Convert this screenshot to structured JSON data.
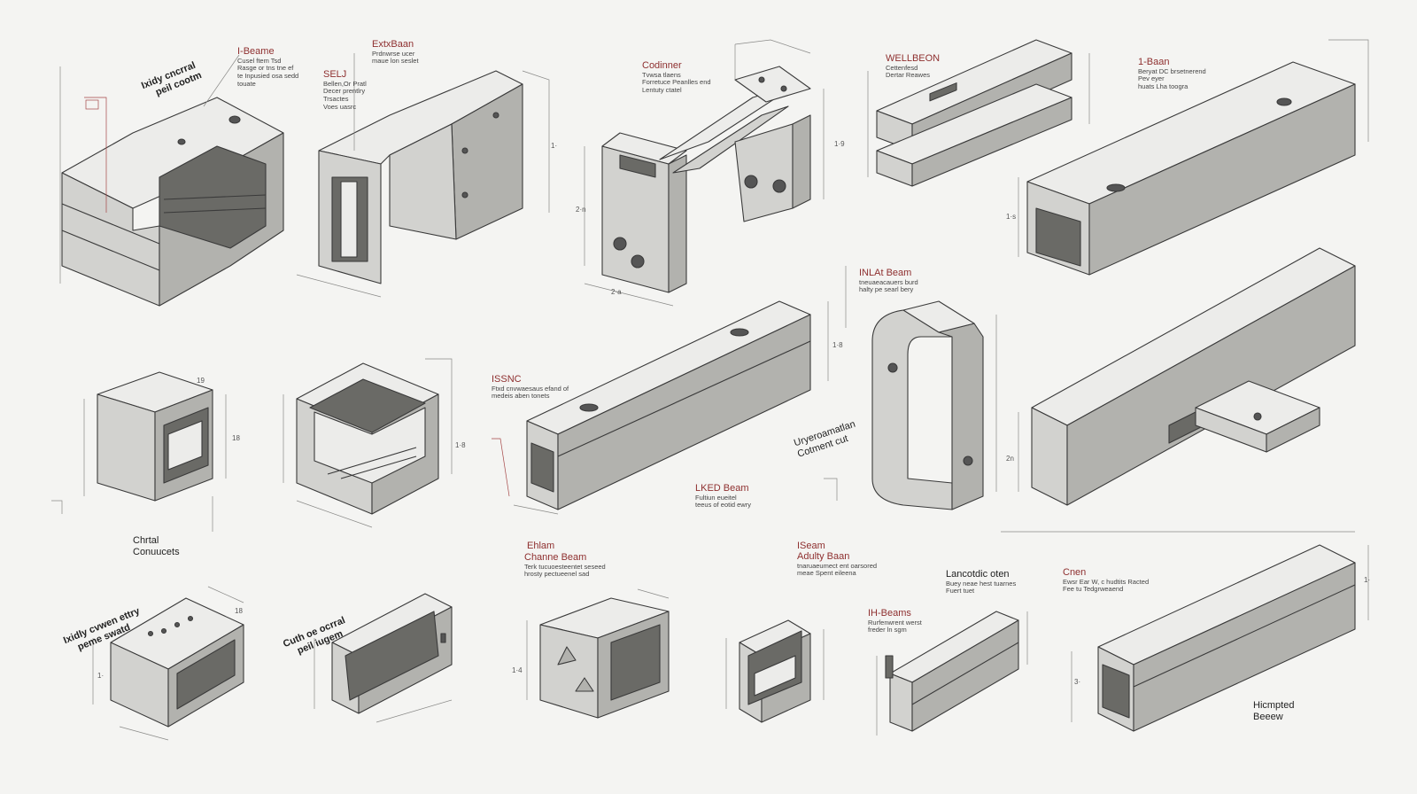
{
  "accent_color": "#8e2f2f",
  "text_color": "#2a2a2a",
  "labels": [
    {
      "id": "ibeame",
      "title": "I-Beame",
      "lines": [
        "Cusel ftem Tsd",
        "Rasge or tns tne ef",
        "te Inpusied osa sedd",
        "touate"
      ]
    },
    {
      "id": "extbeam",
      "title": "ExtxBaan",
      "lines": [
        "Prdnwrse ucer",
        "maue lon seslet"
      ]
    },
    {
      "id": "selj",
      "title": "SELJ",
      "lines": [
        "Bellen,Or Pratl",
        "Decer prentlry",
        "Trsactes",
        "Voes uasrc"
      ]
    },
    {
      "id": "codinner",
      "title": "Codinner",
      "lines": [
        "Tvwsa tlaens",
        "Forretuce Peanlles end",
        "Lentuty ctatel"
      ]
    },
    {
      "id": "wellbeon",
      "title": "WELLBEON",
      "lines": [
        "Cettenfesd",
        "Dertar Reawes"
      ]
    },
    {
      "id": "ibean",
      "title": "1-Baan",
      "lines": [
        "Beryat DC brsetnerend",
        "Pev eyer",
        "huats Lha toogra"
      ]
    },
    {
      "id": "hllat",
      "title": "INLAt Beam",
      "lines": [
        "tneuaeacauers burd",
        "halty pe searl bery"
      ]
    },
    {
      "id": "issnc",
      "title": "ISSNC",
      "lines": [
        "Ftxd cnvwaesaus efand of",
        "medeis aben tonets"
      ]
    },
    {
      "id": "lked",
      "title": "LKED Beam",
      "lines": [
        "Fultiun eueitel",
        "teeus of eotid ewry"
      ]
    },
    {
      "id": "ehlam",
      "title": "Ehlam",
      "lines": []
    },
    {
      "id": "channe",
      "title": "Channe Beam",
      "lines": [
        "Terk tucuoesteentet seseed",
        "hrosty pectueenel sad"
      ]
    },
    {
      "id": "isbeam",
      "title": "ISeam",
      "lines": []
    },
    {
      "id": "adulty",
      "title": "Adulty Baan",
      "lines": [
        "tnaruaeumect ent oarsored",
        "meae Spent eileena"
      ]
    },
    {
      "id": "lancot",
      "title": "Lancotdic oten",
      "lines": [
        "Buey neae hest tuarnes",
        "Fuert tuet"
      ]
    },
    {
      "id": "cnen",
      "title": "Cnen",
      "lines": [
        "Ewsr Ear W, c hudtits Racted",
        "Fee tu Tedgrweaend"
      ]
    },
    {
      "id": "ihbeams",
      "title": "IH-Beams",
      "lines": [
        "Rurfenwrent werst",
        "freder ln sgm"
      ]
    },
    {
      "id": "chrtal",
      "title": "Chrtal",
      "lines": [
        "Conuucets"
      ]
    },
    {
      "id": "hicmpted",
      "title": "Hicmpted",
      "lines": [
        "Beeew"
      ]
    }
  ],
  "rotated_notes": [
    {
      "id": "note-tl",
      "lines": [
        "Ixidy cncrral",
        "peil cootm"
      ]
    },
    {
      "id": "note-bl",
      "lines": [
        "Ixidly cvwen ettry",
        "peme swatd"
      ]
    },
    {
      "id": "note-cb",
      "lines": [
        "Cuth oe ocrral",
        "peil iugem"
      ]
    },
    {
      "id": "note-cr",
      "lines": [
        "Uryeroamatlan",
        "Cotment cut"
      ]
    }
  ],
  "dimensions": [
    {
      "id": "d1",
      "text": "1·"
    },
    {
      "id": "d2",
      "text": "1·9"
    },
    {
      "id": "d3",
      "text": "2·n"
    },
    {
      "id": "d4",
      "text": "2·a"
    },
    {
      "id": "d5",
      "text": "1·s"
    },
    {
      "id": "d6",
      "text": "1·8"
    },
    {
      "id": "d7",
      "text": "19"
    },
    {
      "id": "d8",
      "text": "18"
    },
    {
      "id": "d9",
      "text": "2n"
    },
    {
      "id": "d10",
      "text": "1·8"
    },
    {
      "id": "d11",
      "text": "18"
    },
    {
      "id": "d12",
      "text": "1·"
    },
    {
      "id": "d13",
      "text": "1·4"
    },
    {
      "id": "d14",
      "text": "1·"
    },
    {
      "id": "d15",
      "text": "3·"
    }
  ]
}
